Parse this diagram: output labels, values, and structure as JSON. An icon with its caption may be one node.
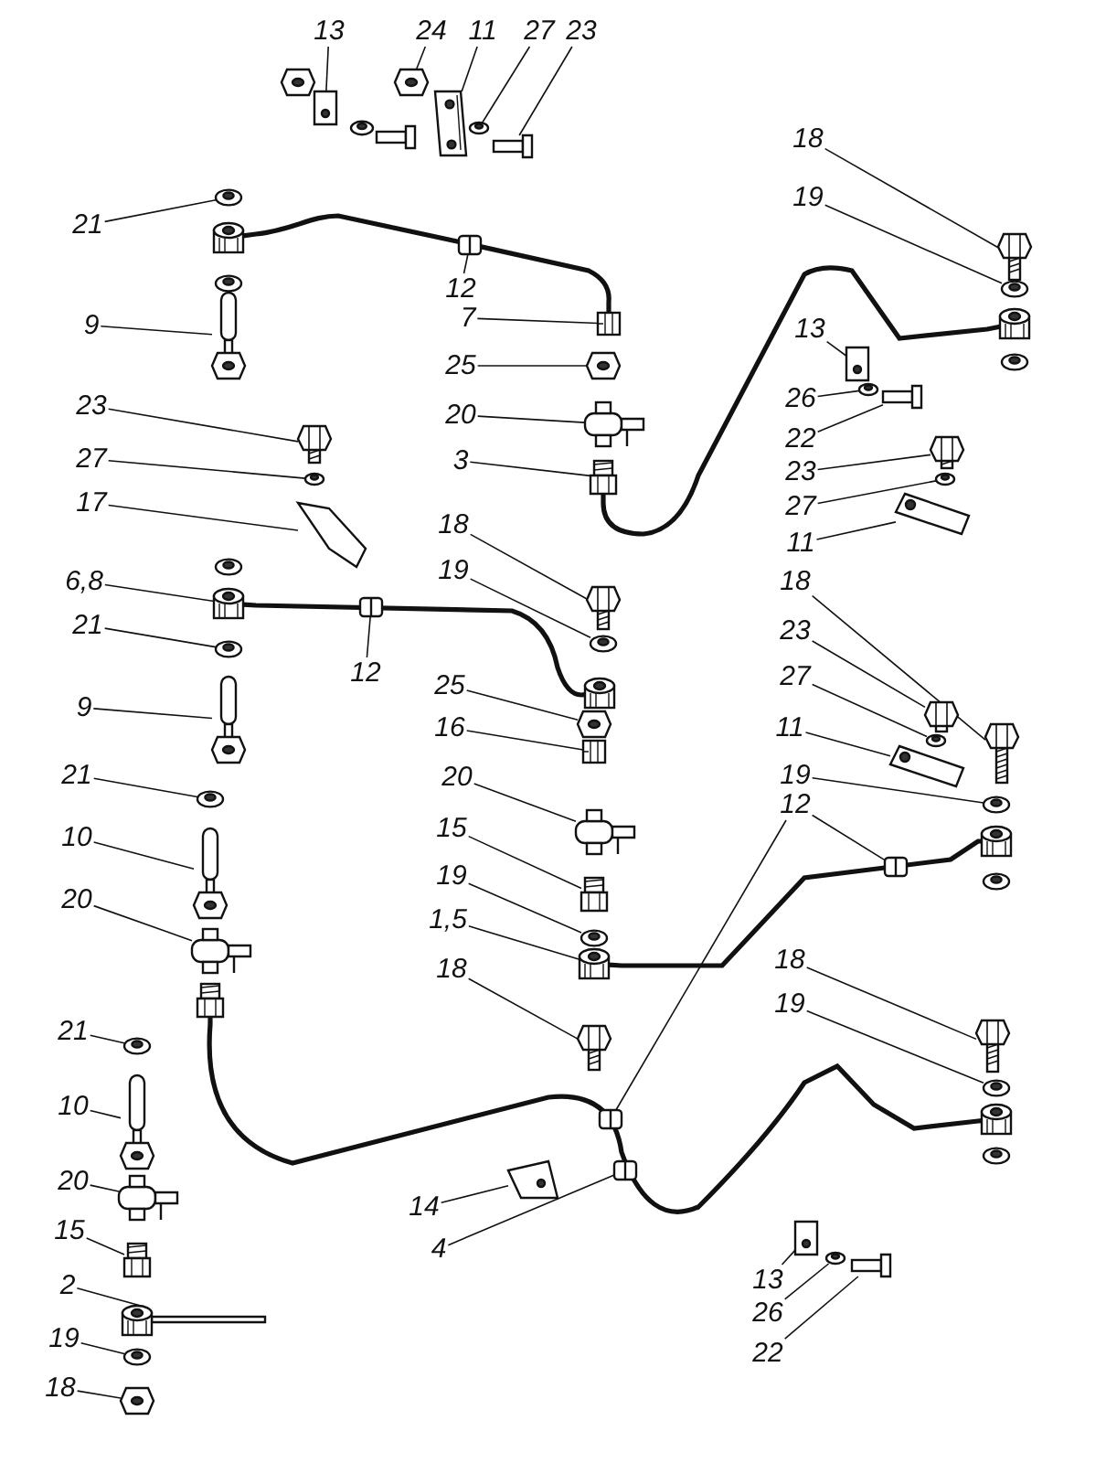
{
  "diagram": {
    "nodes": [
      {
        "text": [
          "13"
        ]
      },
      {
        "text": [
          "24"
        ]
      },
      {
        "text": [
          "11"
        ]
      },
      {
        "text": [
          "27"
        ]
      },
      {
        "text": [
          "23"
        ]
      },
      {
        "text": [
          "21"
        ]
      },
      {
        "text": [
          "9"
        ]
      },
      {
        "text": [
          "12"
        ]
      },
      {
        "text": [
          "7"
        ]
      },
      {
        "text": [
          "25"
        ]
      },
      {
        "text": [
          "20"
        ]
      },
      {
        "text": [
          "3"
        ]
      },
      {
        "text": [
          "23"
        ]
      },
      {
        "text": [
          "27"
        ]
      },
      {
        "text": [
          "17"
        ]
      },
      {
        "text": [
          "6,8"
        ]
      },
      {
        "text": [
          "21"
        ]
      },
      {
        "text": [
          "12"
        ]
      },
      {
        "text": [
          "18"
        ]
      },
      {
        "text": [
          "19"
        ]
      },
      {
        "text": [
          "9"
        ]
      },
      {
        "text": [
          "25"
        ]
      },
      {
        "text": [
          "16"
        ]
      },
      {
        "text": [
          "21"
        ]
      },
      {
        "text": [
          "10"
        ]
      },
      {
        "text": [
          "20"
        ]
      },
      {
        "text": [
          "20"
        ]
      },
      {
        "text": [
          "15"
        ]
      },
      {
        "text": [
          "19"
        ]
      },
      {
        "text": [
          "1,5"
        ]
      },
      {
        "text": [
          "18"
        ]
      },
      {
        "text": [
          "21"
        ]
      },
      {
        "text": [
          "10"
        ]
      },
      {
        "text": [
          "20"
        ]
      },
      {
        "text": [
          "15"
        ]
      },
      {
        "text": [
          "2"
        ]
      },
      {
        "text": [
          "19"
        ]
      },
      {
        "text": [
          "18"
        ]
      },
      {
        "text": [
          "14"
        ]
      },
      {
        "text": [
          "4"
        ]
      },
      {
        "text": [
          "18"
        ]
      },
      {
        "text": [
          "19"
        ]
      },
      {
        "text": [
          "13"
        ]
      },
      {
        "text": [
          "26"
        ]
      },
      {
        "text": [
          "22"
        ]
      },
      {
        "text": [
          "23"
        ]
      },
      {
        "text": [
          "27"
        ]
      },
      {
        "text": [
          "11"
        ]
      },
      {
        "text": [
          "18"
        ]
      },
      {
        "text": [
          "23"
        ]
      },
      {
        "text": [
          "27"
        ]
      },
      {
        "text": [
          "11"
        ]
      },
      {
        "text": [
          "19"
        ]
      },
      {
        "text": [
          "12"
        ]
      },
      {
        "text": [
          "18"
        ]
      },
      {
        "text": [
          "19"
        ]
      },
      {
        "text": [
          "13"
        ]
      },
      {
        "text": [
          "26"
        ]
      },
      {
        "text": [
          "22"
        ]
      },
      {
        "text": [],
        "shape": "picture"
      },
      {
        "text": [],
        "shape": "picture"
      },
      {
        "text": [],
        "shape": "picture"
      },
      {
        "text": [],
        "shape": "picture"
      },
      {
        "text": [],
        "shape": "picture"
      },
      {
        "text": [],
        "shape": "picture"
      },
      {
        "text": [],
        "shape": "picture"
      },
      {
        "text": [],
        "shape": "picture"
      },
      {
        "text": [],
        "shape": "picture"
      },
      {
        "text": [],
        "shape": "picture"
      },
      {
        "text": [],
        "shape": "picture"
      },
      {
        "text": [],
        "shape": "picture"
      },
      {
        "text": [],
        "shape": "picture"
      },
      {
        "text": [],
        "shape": "picture"
      },
      {
        "text": [],
        "shape": "picture"
      },
      {
        "text": [],
        "shape": "picture"
      },
      {
        "text": [],
        "shape": "picture"
      },
      {
        "text": [],
        "shape": "picture"
      },
      {
        "text": [],
        "shape": "picture"
      },
      {
        "text": [],
        "shape": "picture"
      },
      {
        "text": [],
        "shape": "picture"
      },
      {
        "text": [],
        "shape": "picture"
      },
      {
        "text": [],
        "shape": "picture"
      },
      {
        "text": [],
        "shape": "picture"
      },
      {
        "text": [],
        "shape": "picture"
      },
      {
        "text": [],
        "shape": "picture"
      },
      {
        "text": [],
        "shape": "picture"
      },
      {
        "text": [],
        "shape": "picture"
      },
      {
        "text": [],
        "shape": "picture"
      },
      {
        "text": [],
        "shape": "picture"
      },
      {
        "text": [],
        "shape": "picture"
      },
      {
        "text": [],
        "shape": "picture"
      },
      {
        "text": [],
        "shape": "picture"
      },
      {
        "text": [],
        "shape": "picture"
      },
      {
        "text": [],
        "shape": "picture"
      },
      {
        "text": [],
        "shape": "picture"
      },
      {
        "text": [],
        "shape": "picture"
      },
      {
        "text": [],
        "shape": "picture"
      },
      {
        "text": [],
        "shape": "picture"
      },
      {
        "text": [],
        "shape": "picture"
      },
      {
        "text": [],
        "shape": "picture"
      },
      {
        "text": [],
        "shape": "picture"
      },
      {
        "text": [],
        "shape": "picture"
      },
      {
        "text": [],
        "shape": "picture"
      },
      {
        "text": [],
        "shape": "picture"
      },
      {
        "text": [],
        "shape": "picture"
      },
      {
        "text": [],
        "shape": "picture"
      },
      {
        "text": [],
        "shape": "picture"
      },
      {
        "text": [],
        "shape": "picture"
      },
      {
        "text": [],
        "shape": "picture"
      },
      {
        "text": [],
        "shape": "picture"
      },
      {
        "text": [],
        "shape": "picture"
      },
      {
        "text": [],
        "shape": "picture"
      },
      {
        "text": [],
        "shape": "picture"
      },
      {
        "text": [],
        "shape": "picture"
      },
      {
        "text": [],
        "shape": "picture"
      },
      {
        "text": [],
        "shape": "picture"
      },
      {
        "text": [],
        "shape": "picture"
      },
      {
        "text": [],
        "shape": "picture"
      },
      {
        "text": [],
        "shape": "picture"
      },
      {
        "text": [],
        "shape": "picture"
      },
      {
        "text": [],
        "shape": "picture"
      },
      {
        "text": [],
        "shape": "picture"
      },
      {
        "text": [],
        "shape": "picture"
      },
      {
        "text": [],
        "shape": "picture"
      },
      {
        "text": [],
        "shape": "picture"
      },
      {
        "text": [],
        "shape": "picture"
      },
      {
        "text": [],
        "shape": "picture"
      },
      {
        "text": [],
        "shape": "picture"
      },
      {
        "text": [],
        "shape": "picture"
      },
      {
        "text": [],
        "shape": "picture"
      },
      {
        "text": [],
        "shape": "picture"
      },
      {
        "text": [],
        "shape": "picture"
      },
      {
        "text": [],
        "shape": "picture"
      }
    ],
    "edges": [
      {
        "from": 0,
        "to": 59,
        "arrow": "none"
      },
      {
        "from": 1,
        "to": 60,
        "arrow": "none"
      },
      {
        "from": 2,
        "to": 61,
        "arrow": "none"
      },
      {
        "from": 3,
        "to": 62,
        "arrow": "none"
      },
      {
        "from": 4,
        "to": 63,
        "arrow": "none"
      },
      {
        "from": 5,
        "to": 64,
        "arrow": "none"
      },
      {
        "from": 6,
        "to": 65,
        "arrow": "none"
      },
      {
        "from": 7,
        "to": 66,
        "arrow": "none"
      },
      {
        "from": 8,
        "to": 67,
        "arrow": "none"
      },
      {
        "from": 9,
        "to": 68,
        "arrow": "none"
      },
      {
        "from": 10,
        "to": 69,
        "arrow": "none"
      },
      {
        "from": 11,
        "to": 70,
        "arrow": "none"
      },
      {
        "from": 12,
        "to": 71,
        "arrow": "none"
      },
      {
        "from": 13,
        "to": 72,
        "arrow": "none"
      },
      {
        "from": 14,
        "to": 73,
        "arrow": "none"
      },
      {
        "from": 15,
        "to": 74,
        "arrow": "none"
      },
      {
        "from": 16,
        "to": 75,
        "arrow": "none"
      },
      {
        "from": 17,
        "to": 76,
        "arrow": "none"
      },
      {
        "from": 18,
        "to": 77,
        "arrow": "none"
      },
      {
        "from": 19,
        "to": 78,
        "arrow": "none"
      },
      {
        "from": 20,
        "to": 79,
        "arrow": "none"
      },
      {
        "from": 21,
        "to": 80,
        "arrow": "none"
      },
      {
        "from": 22,
        "to": 81,
        "arrow": "none"
      },
      {
        "from": 23,
        "to": 82,
        "arrow": "none"
      },
      {
        "from": 24,
        "to": 83,
        "arrow": "none"
      },
      {
        "from": 25,
        "to": 84,
        "arrow": "none"
      },
      {
        "from": 26,
        "to": 85,
        "arrow": "none"
      },
      {
        "from": 27,
        "to": 86,
        "arrow": "none"
      },
      {
        "from": 28,
        "to": 87,
        "arrow": "none"
      },
      {
        "from": 29,
        "to": 88,
        "arrow": "none"
      },
      {
        "from": 30,
        "to": 89,
        "arrow": "none"
      },
      {
        "from": 31,
        "to": 90,
        "arrow": "none"
      },
      {
        "from": 32,
        "to": 91,
        "arrow": "none"
      },
      {
        "from": 33,
        "to": 92,
        "arrow": "none"
      },
      {
        "from": 34,
        "to": 93,
        "arrow": "none"
      },
      {
        "from": 35,
        "to": 94,
        "arrow": "none"
      },
      {
        "from": 36,
        "to": 95,
        "arrow": "none"
      },
      {
        "from": 37,
        "to": 96,
        "arrow": "none"
      },
      {
        "from": 38,
        "to": 97,
        "arrow": "none"
      },
      {
        "from": 39,
        "to": 98,
        "arrow": "none"
      },
      {
        "from": 40,
        "to": 99,
        "arrow": "none"
      },
      {
        "from": 41,
        "to": 100,
        "arrow": "none"
      },
      {
        "from": 42,
        "to": 101,
        "arrow": "none"
      },
      {
        "from": 43,
        "to": 102,
        "arrow": "none"
      },
      {
        "from": 44,
        "to": 103,
        "arrow": "none"
      },
      {
        "from": 45,
        "to": 104,
        "arrow": "none"
      },
      {
        "from": 46,
        "to": 105,
        "arrow": "none"
      },
      {
        "from": 47,
        "to": 106,
        "arrow": "none"
      },
      {
        "from": 48,
        "to": 107,
        "arrow": "none"
      },
      {
        "from": 49,
        "to": 108,
        "arrow": "none"
      },
      {
        "from": 50,
        "to": 109,
        "arrow": "none"
      },
      {
        "from": 51,
        "to": 110,
        "arrow": "none"
      },
      {
        "from": 52,
        "to": 111,
        "arrow": "none"
      },
      {
        "from": 53,
        "to": 112,
        "arrow": "none"
      },
      {
        "from": 53,
        "to": 113,
        "arrow": "none"
      },
      {
        "from": 54,
        "to": 114,
        "arrow": "none"
      },
      {
        "from": 55,
        "to": 115,
        "arrow": "none"
      },
      {
        "from": 56,
        "to": 116,
        "arrow": "none"
      },
      {
        "from": 57,
        "to": 117,
        "arrow": "none"
      },
      {
        "from": 58,
        "to": 118,
        "arrow": "none"
      },
      {
        "from": 122,
        "to": 67,
        "arrow": "none",
        "style": "thick"
      },
      {
        "from": 70,
        "to": 126,
        "arrow": "none",
        "style": "thick"
      },
      {
        "from": 74,
        "to": 125,
        "arrow": "none",
        "style": "thick"
      },
      {
        "from": 88,
        "to": 128,
        "arrow": "none",
        "style": "thick"
      },
      {
        "from": 132,
        "to": 130,
        "arrow": "none",
        "style": "thick"
      }
    ]
  }
}
